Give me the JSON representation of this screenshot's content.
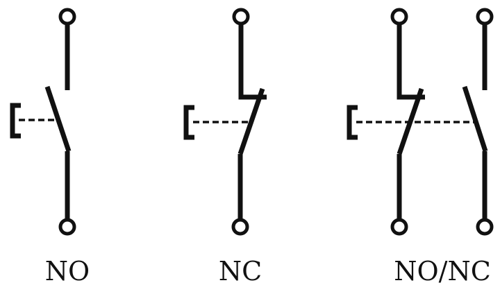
{
  "symbols": [
    {
      "label": "NO"
    },
    {
      "label": "NC"
    },
    {
      "label": "NO/NC"
    }
  ]
}
